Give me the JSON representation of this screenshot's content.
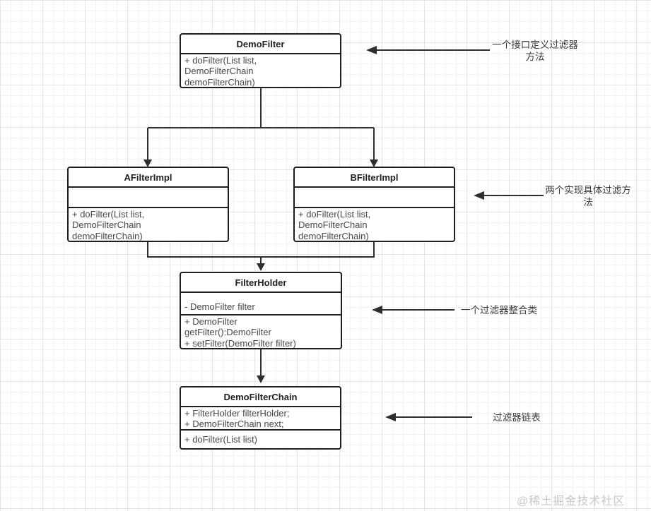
{
  "classes": {
    "demoFilter": {
      "title": "DemoFilter",
      "methods": "+ doFilter(List list,\nDemoFilterChain\ndemoFilterChain)"
    },
    "aFilterImpl": {
      "title": "AFilterImpl",
      "attributes": "",
      "methods": "+ doFilter(List list,\nDemoFilterChain\ndemoFilterChain)"
    },
    "bFilterImpl": {
      "title": "BFilterImpl",
      "attributes": "",
      "methods": "+ doFilter(List list,\nDemoFilterChain\ndemoFilterChain)"
    },
    "filterHolder": {
      "title": "FilterHolder",
      "attributes": "- DemoFilter filter",
      "methods": "+ DemoFilter\ngetFilter():DemoFilter\n+ setFilter(DemoFilter filter)"
    },
    "demoFilterChain": {
      "title": "DemoFilterChain",
      "attributes": "+ FilterHolder filterHolder;\n+ DemoFilterChain next;",
      "methods": "+ doFilter(List list)"
    }
  },
  "annotations": {
    "interface_note": "一个接口定义过滤器\n方法",
    "impl_note": "两个实现具体过滤方\n法",
    "holder_note": "一个过滤器整合类",
    "chain_note": "过滤器链表"
  },
  "watermark": "@稀土掘金技术社区",
  "colors": {
    "connector_stroke": "#2e2e2e",
    "box_border": "#1f1f1f",
    "body_text": "#484848",
    "grid_minor": "#f3f3f3",
    "grid_major": "#e4e4e4",
    "watermark": "#c9c9c9"
  }
}
